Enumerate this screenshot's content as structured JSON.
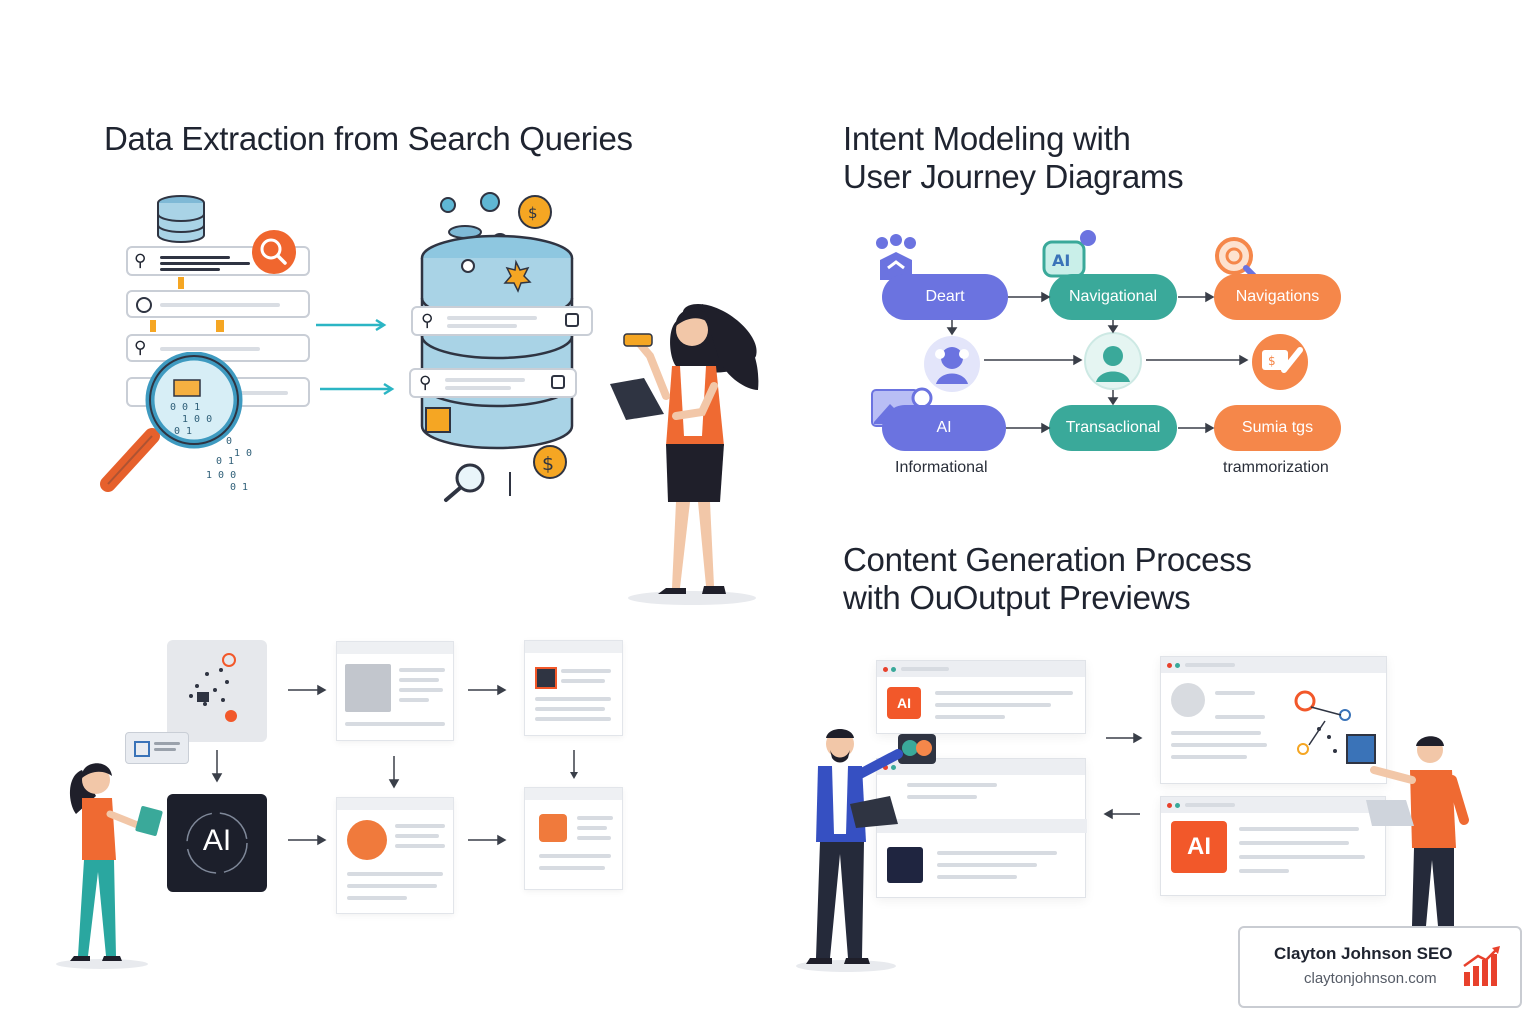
{
  "titles": {
    "data_extraction": "Data Extraction from Search Queries",
    "intent_line1": "Intent Modeling with",
    "intent_line2": "User Journey Diagrams",
    "content_line1": "Content Generation Process",
    "content_line2": "with OuOutput Previews"
  },
  "journey": {
    "row1": [
      "Deart",
      "Navigational",
      "Navigations"
    ],
    "row2": [
      "AI",
      "Transaclional",
      "Sumia tgs"
    ],
    "captions": [
      "Informational",
      "trammorization"
    ],
    "ai_icon_label": "AI"
  },
  "generation": {
    "ai_tile_label": "AI"
  },
  "previews": {
    "badge_label": "AI",
    "big_badge_label": "AI"
  },
  "brand": {
    "name": "Clayton Johnson SEO",
    "url": "claytonjohnson.com"
  },
  "colors": {
    "purple": "#6b73e0",
    "teal": "#3aa99a",
    "orange": "#f5874a",
    "accent_red": "#e8412c",
    "cyan_arrow": "#2bb5c4",
    "dark_text": "#1f2430"
  }
}
